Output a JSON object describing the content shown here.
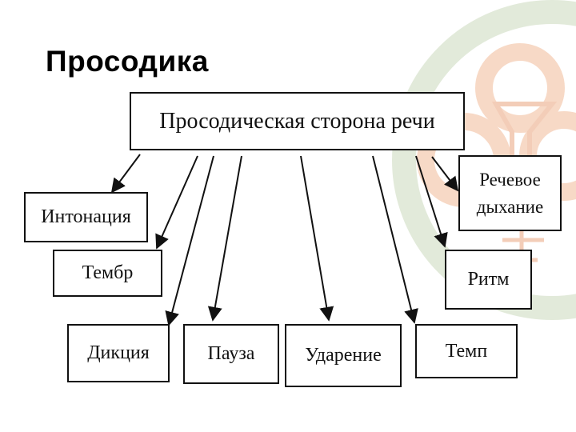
{
  "slide": {
    "title": "Просодика"
  },
  "diagram": {
    "root": "Просодическая сторона речи",
    "nodes": {
      "intonation": "Интонация",
      "timbre": "Тембр",
      "diction": "Дикция",
      "pause": "Пауза",
      "stress": "Ударение",
      "tempo": "Темп",
      "rhythm": "Ритм",
      "breathing": "Речевое\nдыхание"
    }
  },
  "watermark": {
    "colors": {
      "green": "#dfe8d6",
      "peach": "#f7d9c6"
    }
  }
}
